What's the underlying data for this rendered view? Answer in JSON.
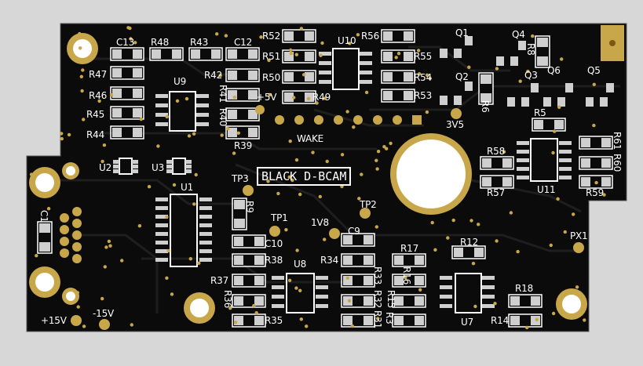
{
  "board": {
    "title": "BLACK D-BCAM",
    "colors": {
      "background": "#d7d7d7",
      "soldermask": "#0b0b0b",
      "silkscreen": "#ffffff",
      "copper": "#c8a64a",
      "pad": "#cfcfcf",
      "trace": "#1e1e1e"
    }
  },
  "resistors": [
    "R47",
    "R46",
    "R45",
    "R44",
    "R48",
    "R43",
    "R42",
    "R41",
    "R40",
    "R39",
    "R52",
    "R51",
    "R50",
    "R49",
    "R56",
    "R55",
    "R54",
    "R53",
    "R8",
    "R6",
    "R5",
    "R58",
    "R57",
    "R61",
    "R60",
    "R59",
    "R9",
    "R38",
    "R37",
    "R36",
    "R35",
    "R34",
    "R33",
    "R32",
    "R31",
    "R17",
    "R16",
    "R15",
    "R3",
    "R12",
    "R18",
    "R14"
  ],
  "capacitors": [
    "C13",
    "C12",
    "C1",
    "C10",
    "C9"
  ],
  "ics": [
    "U9",
    "U10",
    "U2",
    "U3",
    "U1",
    "U11",
    "U8",
    "U7"
  ],
  "transistors": [
    "Q1",
    "Q4",
    "Q2",
    "Q3",
    "Q6",
    "Q5"
  ],
  "test_points": [
    "TP3",
    "TP1",
    "TP2",
    "PX1"
  ],
  "net_labels": [
    "+5V",
    "3V5",
    "WAKE",
    "1V8",
    "+15V",
    "-15V"
  ]
}
